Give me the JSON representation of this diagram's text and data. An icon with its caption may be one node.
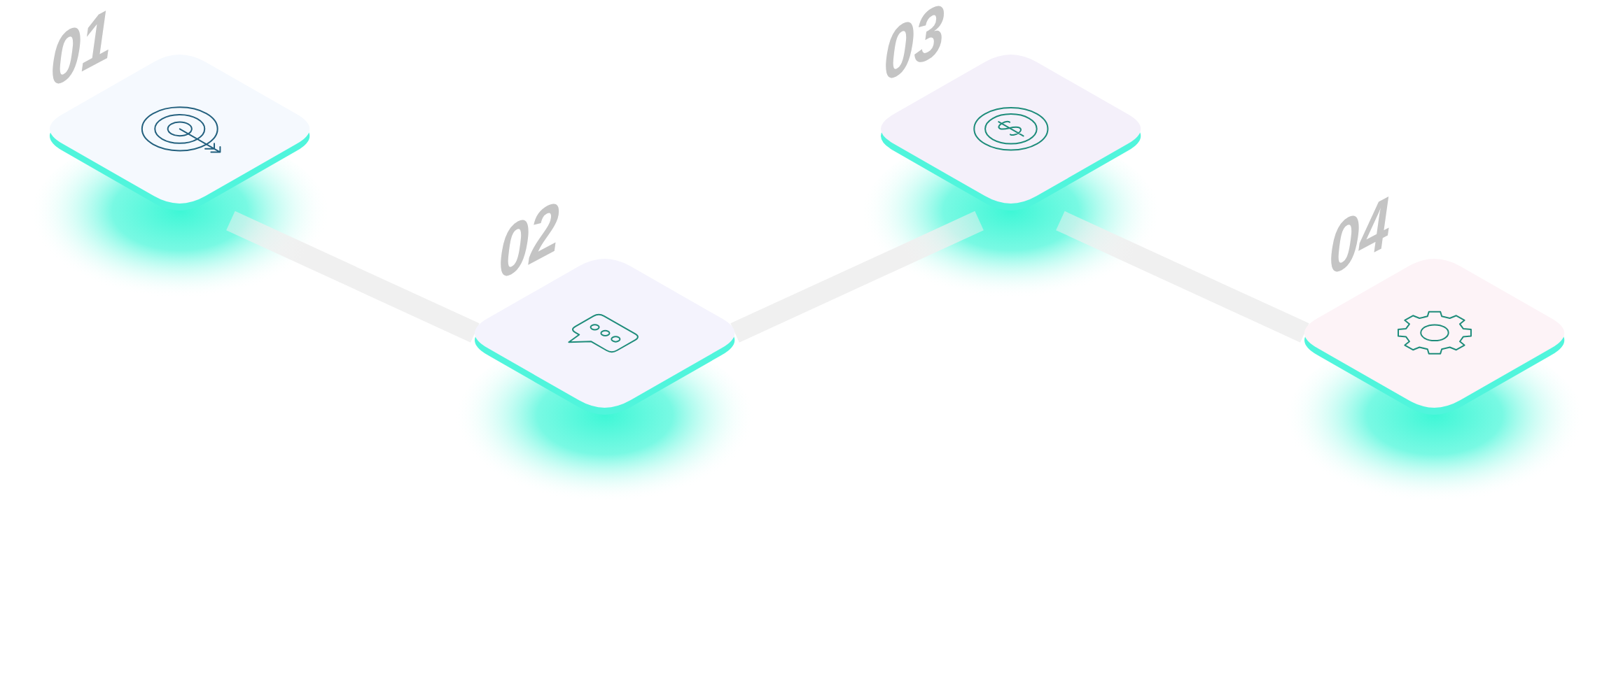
{
  "diagram": {
    "nodes": [
      {
        "text": [
          "01"
        ]
      },
      {
        "text": [
          "02"
        ]
      },
      {
        "text": [
          "03"
        ]
      },
      {
        "text": [
          "04"
        ]
      }
    ],
    "edges": [
      {
        "from": 0,
        "to": 1,
        "arrow": "none"
      },
      {
        "from": 1,
        "to": 2,
        "arrow": "none"
      },
      {
        "from": 2,
        "to": 3,
        "arrow": "none"
      }
    ]
  }
}
